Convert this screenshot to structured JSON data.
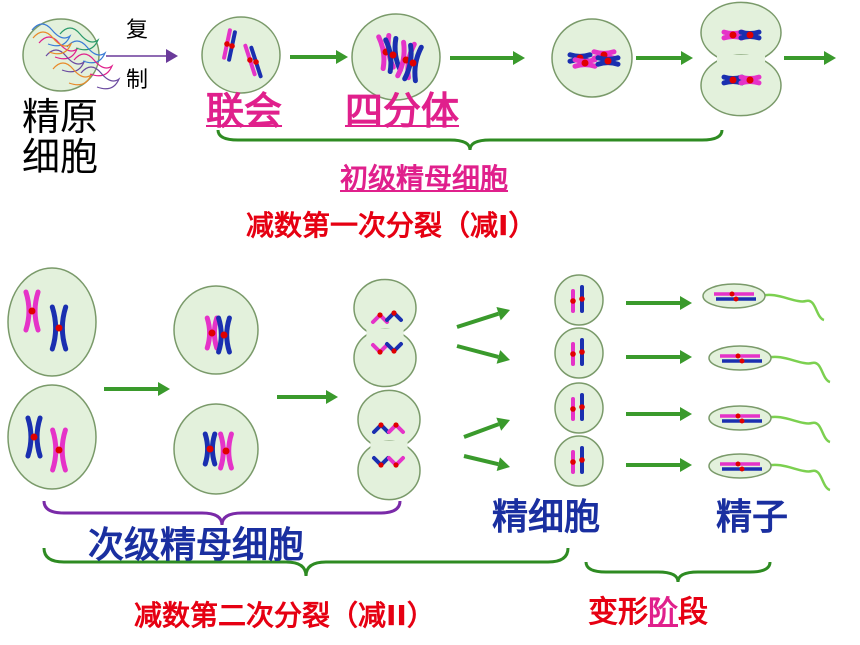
{
  "labels": {
    "spermatogonium": "精原\n细胞",
    "replicate_1": "复",
    "replicate_2": "制",
    "synapsis": "联会",
    "tetrad": "四分体",
    "primary": "初级精母细胞",
    "meiosis1": "减数第一次分裂（减Ⅰ）",
    "secondary": "次级精母细胞",
    "spermatid": "精细胞",
    "sperm": "精子",
    "meiosis2": "减数第二次分裂（减II）",
    "transform_1": "变形",
    "transform_2": "阶",
    "transform_3": "段"
  },
  "colors": {
    "cell_fill": "#e3f1dc",
    "cell_stroke": "#7a9a6a",
    "arrow": "#3a9a2c",
    "brace_top": "#2e8b22",
    "brace_purple": "#7a2aa8",
    "brace_green": "#2e8b22",
    "chrom_pink": "#e533c8",
    "chrom_blue": "#1a2fb0",
    "centromere": "#e00000",
    "tail": "#7cd050"
  }
}
